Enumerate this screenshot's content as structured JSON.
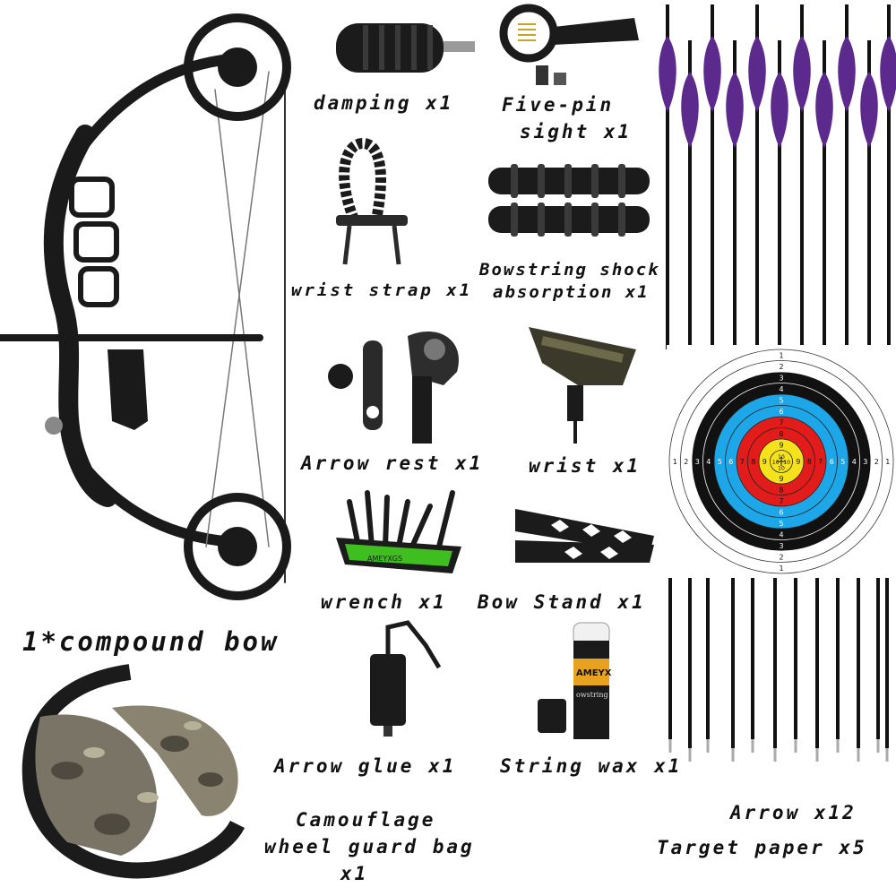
{
  "labels": {
    "compound_bow": "1*compound bow",
    "damping": "damping x1",
    "five_pin_sight_line1": "Five-pin",
    "five_pin_sight_line2": "sight x1",
    "wrist_strap": "wrist strap x1",
    "bowstring_shock_line1": "Bowstring shock",
    "bowstring_shock_line2": "absorption x1",
    "arrow_rest": "Arrow rest x1",
    "wrist": "wrist x1",
    "wrench": "wrench x1",
    "bow_stand": "Bow Stand x1",
    "arrow_glue": "Arrow glue x1",
    "string_wax": "String wax x1",
    "camo_bag_line1": "Camouflage",
    "camo_bag_line2": "wheel guard bag",
    "camo_bag_line3": "x1",
    "arrows": "Arrow x12",
    "target_paper": "Target paper x5"
  },
  "product_marks": {
    "wrench_brand": "AMEYXGS",
    "wax_brand": "AMEYX",
    "wax_text": "owstring"
  },
  "target_rings": [
    "1",
    "2",
    "3",
    "4",
    "5",
    "6",
    "7",
    "8",
    "9",
    "10"
  ],
  "colors": {
    "arrow_fletch": "#5b2a8c",
    "camo_base": "#7a7466",
    "wrench_green": "#3fbf1f",
    "target_yellow": "#f5e21c",
    "target_red": "#e21b1b",
    "target_blue": "#1ea7e8",
    "target_black": "#111111"
  }
}
